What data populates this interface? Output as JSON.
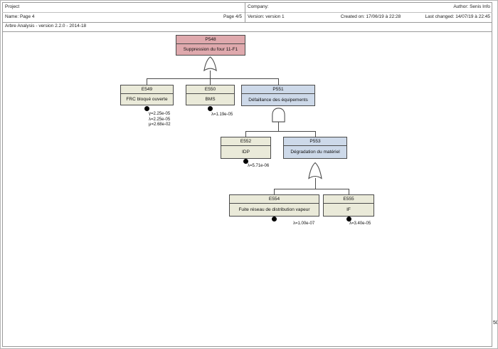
{
  "header": {
    "project": "Project",
    "company": "Company:",
    "author": "Author: Senis Info",
    "name": "Name: Page 4",
    "page": "Page 4/5",
    "version": "Version: version 1",
    "created": "Created on: 17/06/19 à 22:28",
    "last_changed": "Last changed: 14/07/19 à 22:45",
    "app_info": "Arbre Analysis - version 2.2.0 - 2014-18"
  },
  "edge_label": "50",
  "colors": {
    "top_event_fill": "#dfa9ad",
    "intermediate_event_fill": "#cdd9e9",
    "basic_event_fill": "#eaead9",
    "line": "#4a4a4a"
  },
  "tree": {
    "nodes": [
      {
        "id": "P548",
        "label": "Suppression du four 11-F1"
      },
      {
        "id": "E549",
        "label": "FRC bloqué ouverte",
        "params": [
          "γ=2.25e-05",
          "λ=2.25e-05",
          "μ=2.68e-02"
        ]
      },
      {
        "id": "E550",
        "label": "BMS",
        "params": [
          "λ=1.19e-05"
        ]
      },
      {
        "id": "P551",
        "label": "Défaillance des équipements"
      },
      {
        "id": "E552",
        "label": "IDP",
        "params": [
          "λ=5.71e-06"
        ]
      },
      {
        "id": "P553",
        "label": "Dégradation du matériel"
      },
      {
        "id": "E554",
        "label": "Fuite réseau de distribution vapeur",
        "params": [
          "λ=1.00e-07"
        ]
      },
      {
        "id": "E555",
        "label": "IF",
        "params": [
          "λ=3.40e-05"
        ]
      }
    ],
    "gates": [
      {
        "under": "P548",
        "type": "or"
      },
      {
        "under": "P551",
        "type": "and"
      },
      {
        "under": "P553",
        "type": "or"
      }
    ]
  }
}
